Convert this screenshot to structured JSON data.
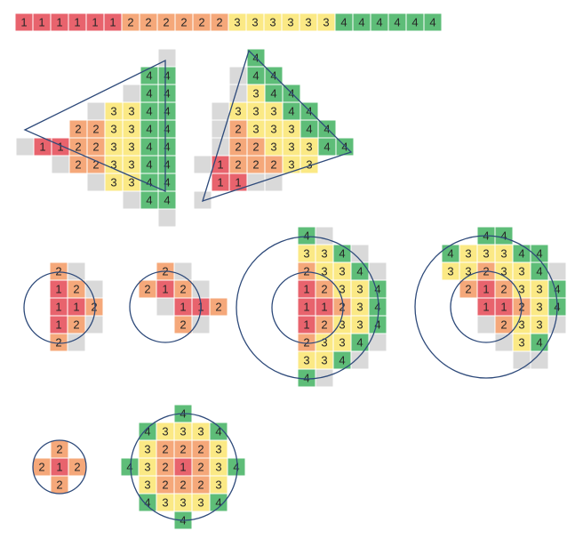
{
  "colors": {
    "1": "#e8636d",
    "2": "#f5a87a",
    "3": "#fbe985",
    "4": "#5ebd78",
    "empty": "#d9d9d9",
    "outline": "#2e4a7a",
    "grid_line": "#ffffff"
  },
  "legend_strip": {
    "values": [
      1,
      1,
      1,
      1,
      1,
      1,
      2,
      2,
      2,
      2,
      2,
      2,
      3,
      3,
      3,
      3,
      3,
      3,
      4,
      4,
      4,
      4,
      4,
      4
    ]
  },
  "figures": [
    {
      "name": "triangle-left",
      "outline": "triangle",
      "rows": [
        ". . . . . . . . G",
        ". . . . . . . 4 4",
        ". . . . . . G 4 4",
        ". . . . G 3 3 4 4",
        ". . . 2 2 3 3 4 4",
        "G 1 1 2 2 3 3 4 4",
        ". . G 2 2 3 3 4 4",
        ". . . . G 3 3 4 4",
        ". . . . . . G 4 4",
        ". . . . . . . . G"
      ]
    },
    {
      "name": "triangle-right",
      "outline": "triangle",
      "rows": [
        ". . . 4 . . . . .",
        ". . G 4 4 . . . .",
        ". . G 3 4 4 . . .",
        ". G 3 3 3 4 4 . .",
        ". G 2 3 3 3 4 4 .",
        ". G 2 2 3 3 3 4 4",
        "G 1 2 2 2 3 3 . .",
        ". 1 1 G G . . . .",
        "G . . . . . . . ."
      ]
    },
    {
      "name": "circle-small-centered",
      "outline": "circle",
      "rows": [
        ". 2 G .",
        ". 1 2 G",
        ". 1 1 2",
        ". 1 2 G",
        ". 2 G ."
      ]
    },
    {
      "name": "circle-small-offset",
      "outline": "circle",
      "rows": [
        ". 2 G .",
        "2 1 2 G",
        ". G 1 1 2",
        ". . 2 G ."
      ]
    },
    {
      "name": "circle-double-large",
      "outline": "double-circle",
      "rows": [
        "4 G . . .",
        "3 3 4 G .",
        "2 3 3 4 G",
        "1 2 3 3 4",
        "1 1 2 3 4",
        "1 2 3 3 4",
        "2 3 3 4 G",
        "3 3 4 G .",
        "4 G . . ."
      ]
    },
    {
      "name": "circle-double-offset",
      "outline": "double-circle",
      "rows": [
        ". . 4 4 . . .",
        "4 3 3 3 4 4 .",
        "3 3 2 3 3 4 G",
        ". 2 1 2 3 3 4",
        ". . 1 1 2 3 4",
        ". . G 2 3 3 G",
        ". . . G 3 4 .",
        ". . . . G G ."
      ]
    },
    {
      "name": "circle-tiny",
      "outline": "circle",
      "rows": [
        ". 2 .",
        "2 1 2",
        ". 2 ."
      ]
    },
    {
      "name": "circle-full-ring",
      "outline": "double-circle",
      "rows": [
        ". . . 4 . . .",
        ". 4 3 3 3 4 .",
        ". 3 2 2 2 3 .",
        "4 3 2 1 2 3 4",
        ". 3 2 2 2 3 .",
        ". 4 3 3 3 4 .",
        ". . . 4 . . ."
      ]
    }
  ]
}
